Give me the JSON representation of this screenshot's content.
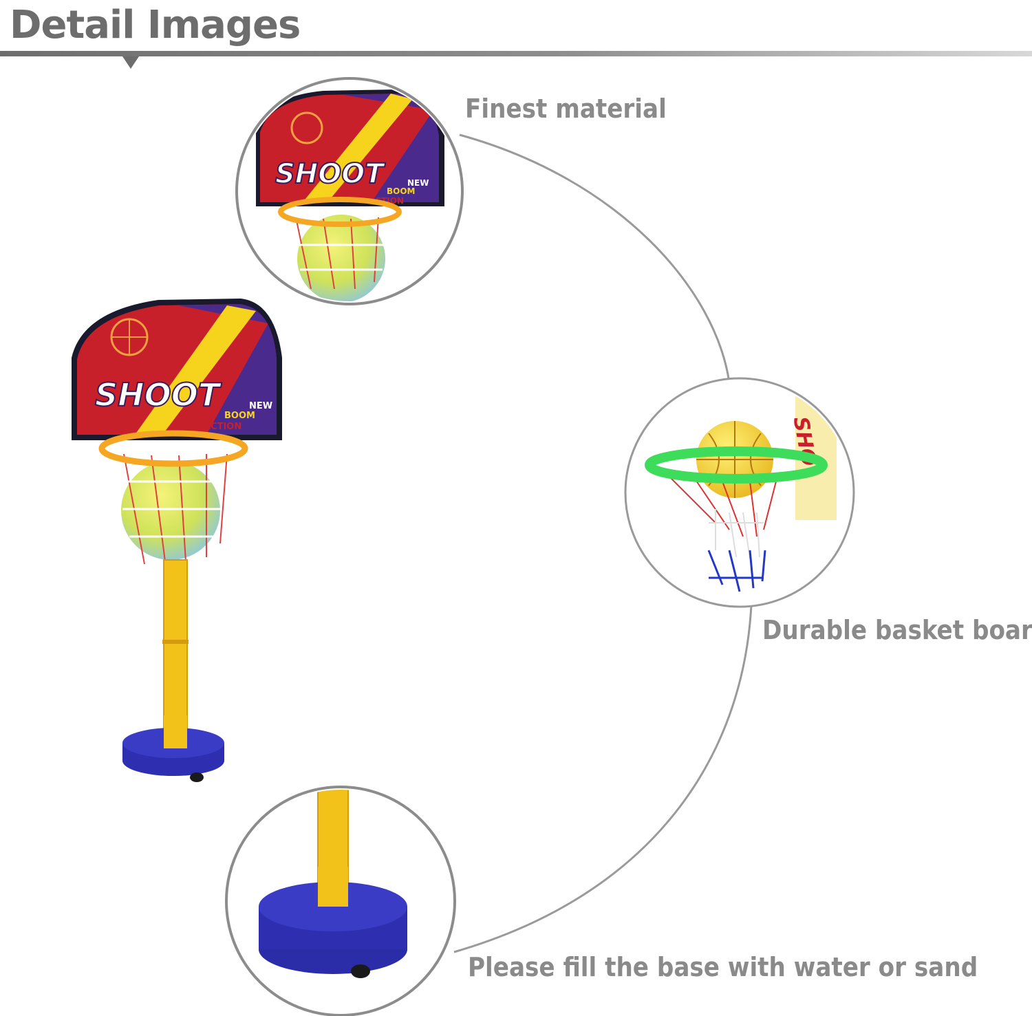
{
  "header": {
    "title": "Detail Images"
  },
  "backboard": {
    "main_text": "SHOOT",
    "line1": "NEW",
    "line2": "BOOM",
    "line3": "ACTION",
    "side_text": "SHO"
  },
  "callouts": [
    {
      "label": "Finest material"
    },
    {
      "label": "Durable basket board"
    },
    {
      "label": "Please fill the base with water or sand"
    }
  ],
  "colors": {
    "text_gray": "#8a8a8a",
    "title_gray": "#6d6d6d",
    "backboard_red": "#c8202a",
    "backboard_purple": "#4a2a8c",
    "stripe_yellow": "#f6d31c",
    "rim_orange": "#f5a623",
    "pole_yellow": "#f2c21a",
    "base_blue": "#2d2fb0",
    "rim_green": "#3ddc5a",
    "ball_yellow": "#f2d23a"
  }
}
